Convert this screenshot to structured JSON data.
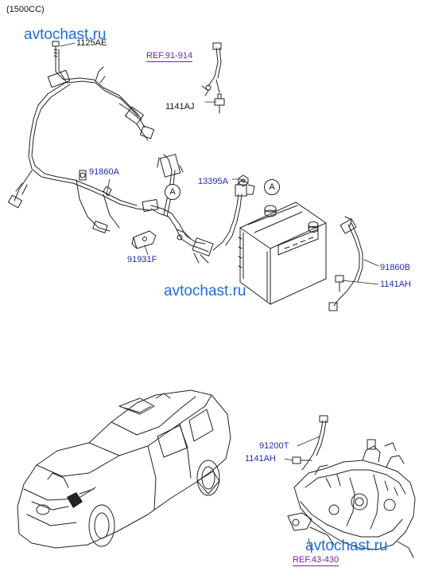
{
  "header": {
    "engine": "(1500CC)"
  },
  "watermark": "avtochast.ru",
  "labels": {
    "p1125ae": "1125AE",
    "ref_91_914": "REF.91-914",
    "p1141aj": "1141AJ",
    "p91860a": "91860A",
    "p13395a": "13395A",
    "p91931f": "91931F",
    "p91860b": "91860B",
    "p1141ah_top": "1141AH",
    "p91200t": "91200T",
    "p1141ah_bottom": "1141AH",
    "ref_43_430": "REF.43-430"
  },
  "callout_letter": "A",
  "colors": {
    "part_number": "#1d2bb0",
    "reference": "#7a1fa0",
    "watermark": "#1a6fe0",
    "line": "#222222"
  }
}
